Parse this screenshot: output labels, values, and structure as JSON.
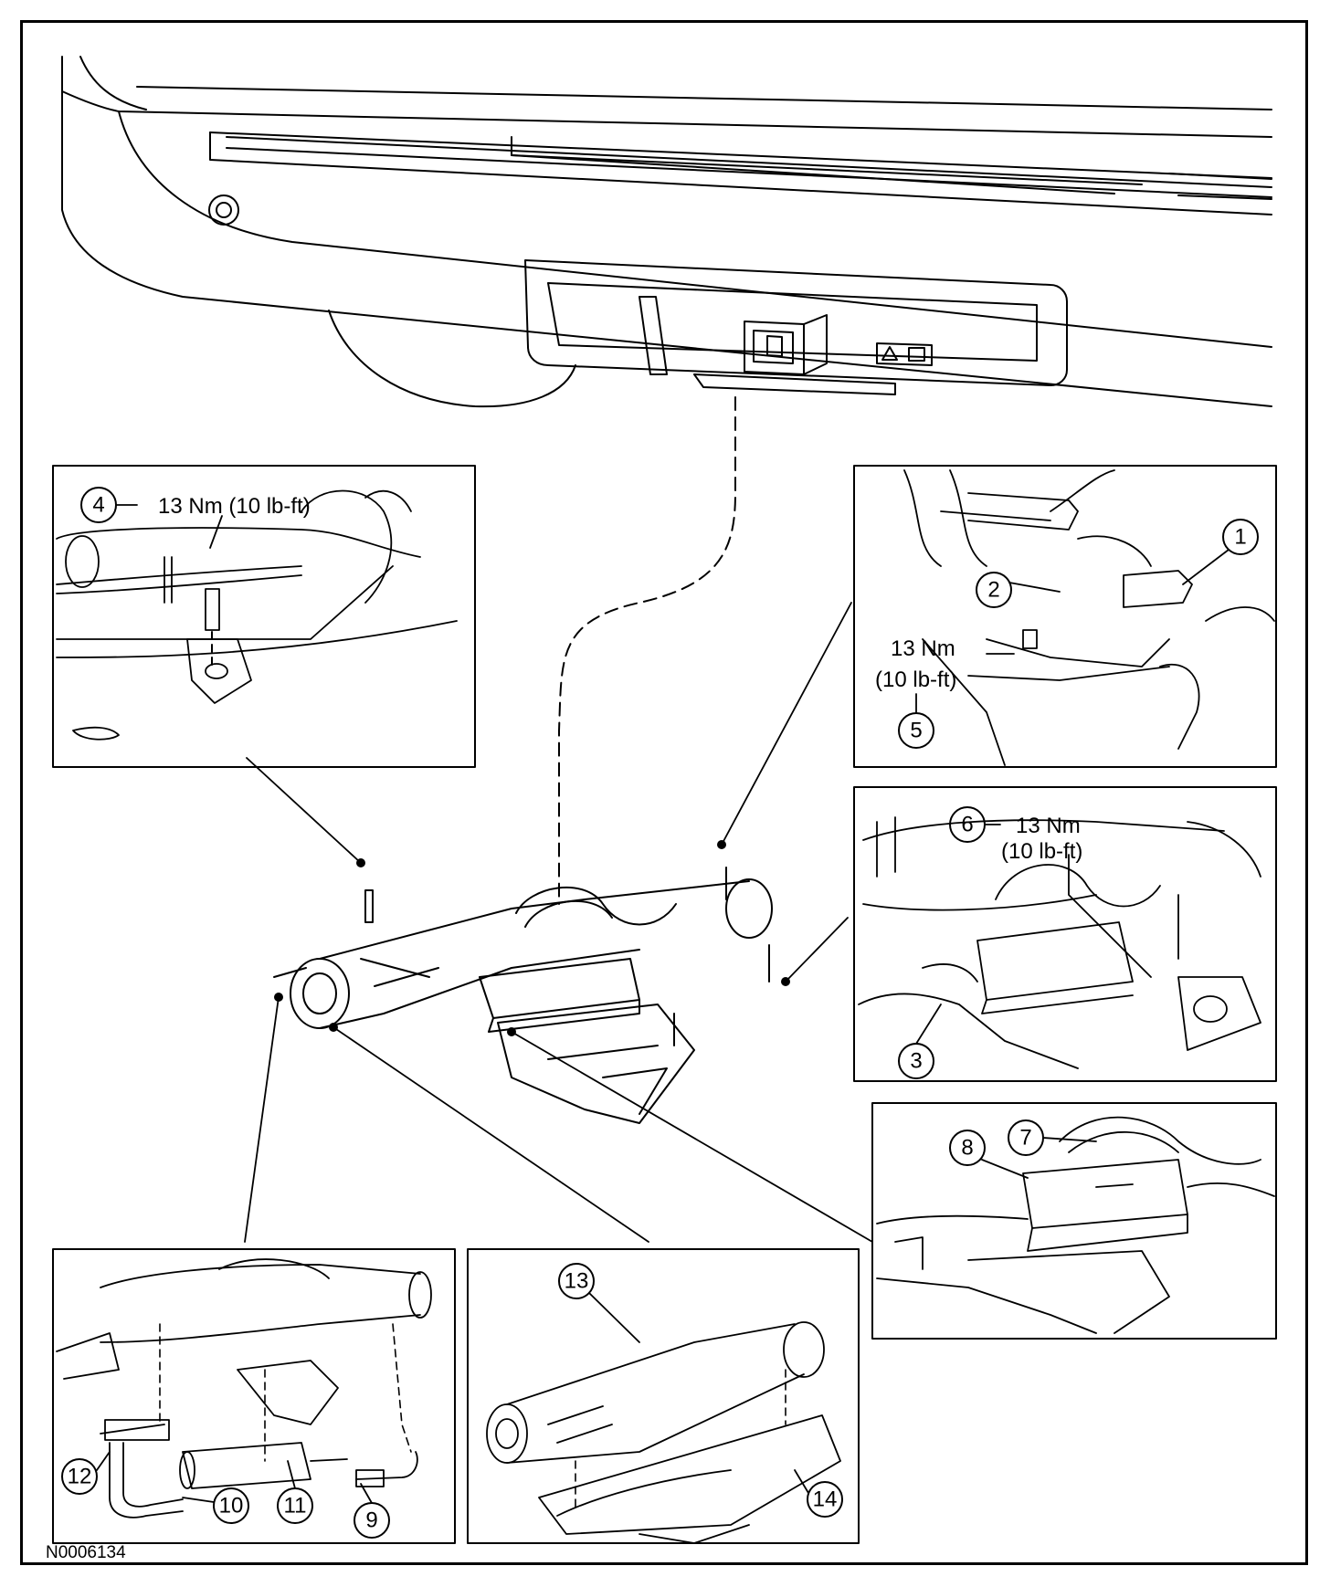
{
  "figure_id": "N0006134",
  "torque": {
    "value": "13 Nm",
    "value_imperial": "(10 lb-ft)",
    "full": "13 Nm (10 lb-ft)"
  },
  "callouts": [
    "1",
    "2",
    "3",
    "4",
    "5",
    "6",
    "7",
    "8",
    "9",
    "10",
    "11",
    "12",
    "13",
    "14"
  ],
  "colors": {
    "line": "#000000",
    "background": "#ffffff"
  }
}
